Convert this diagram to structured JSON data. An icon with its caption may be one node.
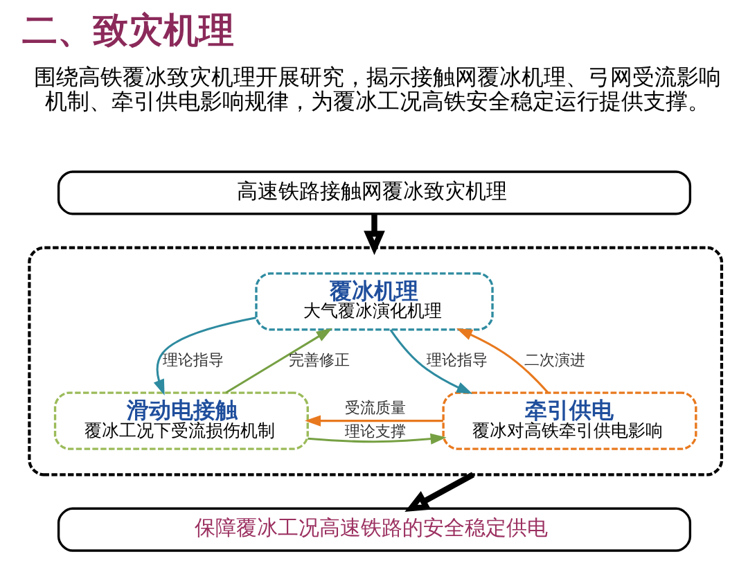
{
  "diagram": {
    "title": "二、致灾机理",
    "nodes": [
      {
        "text": [
          "高速铁路接触网覆冰致灾机理"
        ]
      },
      {
        "text": [],
        "shape": "box"
      },
      {
        "text": [
          "覆冰机理",
          "大气覆冰演化机理"
        ],
        "in": 1
      },
      {
        "text": [
          "滑动电接触",
          "覆冰工况下受流损伤机制"
        ],
        "in": 1
      },
      {
        "text": [
          "牵引供电",
          "覆冰对高铁牵引供电影响"
        ],
        "in": 1
      },
      {
        "text": [
          "保障覆冰工况高速铁路的安全稳定供电"
        ]
      }
    ],
    "edges": [
      {
        "from": 0,
        "to": 1,
        "arrow": "to",
        "style": "thick"
      },
      {
        "from": 2,
        "to": 3,
        "arrow": "to",
        "label": "理论指导",
        "color": "#2e8ba0"
      },
      {
        "from": 3,
        "to": 2,
        "arrow": "to",
        "label": "完善修正",
        "color": "#76a043"
      },
      {
        "from": 4,
        "to": 2,
        "arrow": "to",
        "label": "二次演进",
        "color": "#e8791e"
      },
      {
        "from": 2,
        "to": 4,
        "arrow": "to",
        "label": "理论指导",
        "color": "#2e8ba0"
      },
      {
        "from": 4,
        "to": 3,
        "arrow": "to",
        "label": "受流质量",
        "color": "#e8791e"
      },
      {
        "from": 3,
        "to": 4,
        "arrow": "to",
        "label": "理论支撑",
        "color": "#76a043"
      },
      {
        "from": 1,
        "to": 5,
        "arrow": "to",
        "style": "thick"
      }
    ],
    "labels": [
      "围绕高铁覆冰致灾机理开展研究，揭示接触网覆冰机理、弓网受流影响机制、牵引供电影响规律，为覆冰工况高铁安全稳定运行提供支撑。"
    ]
  }
}
